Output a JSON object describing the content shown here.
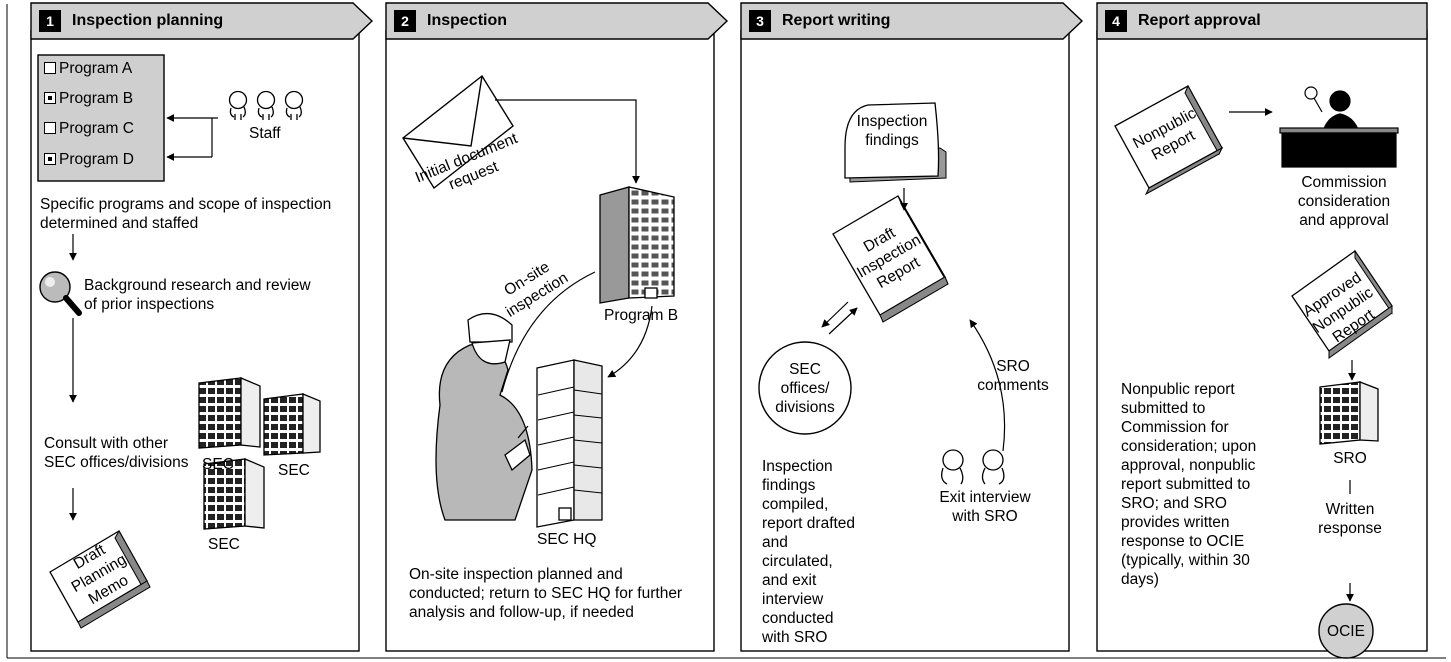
{
  "stages": [
    {
      "number": "1",
      "title": "Inspection planning"
    },
    {
      "number": "2",
      "title": "Inspection"
    },
    {
      "number": "3",
      "title": "Report writing"
    },
    {
      "number": "4",
      "title": "Report approval"
    }
  ],
  "panel1": {
    "programs": [
      {
        "label": "Program A",
        "checked": false
      },
      {
        "label": "Program B",
        "checked": true
      },
      {
        "label": "Program C",
        "checked": false
      },
      {
        "label": "Program D",
        "checked": true
      }
    ],
    "staff_label": "Staff",
    "scope_text": "Specific programs and scope of inspection determined and staffed",
    "research_text": "Background research and review of prior inspections",
    "consult_text": "Consult with other SEC offices/divisions",
    "sec_labels": [
      "SEC",
      "SEC",
      "SEC"
    ],
    "memo_label": "Draft Planning Memo"
  },
  "panel2": {
    "request_label": "Initial document request",
    "program_label": "Program B",
    "onsite_label": "On-site inspection",
    "hq_label": "SEC HQ",
    "description": "On-site inspection planned and conducted; return to SEC HQ for further analysis and follow-up, if needed"
  },
  "panel3": {
    "findings_label": "Inspection findings",
    "draft_label": "Draft Inspection Report",
    "offices_label": "SEC offices/ divisions",
    "comments_label": "SRO comments",
    "exit_label": "Exit interview with SRO",
    "description": "Inspection findings compiled, report drafted and circulated, and exit interview conducted with SRO"
  },
  "panel4": {
    "nonpublic_label": "Nonpublic Report",
    "commission_label": "Commission consideration and approval",
    "approved_label": "Approved Nonpublic Report",
    "sro_label": "SRO",
    "response_label": "Written response",
    "ocie_label": "OCIE",
    "description": "Nonpublic report submitted to Commission for consideration; upon approval, nonpublic report submitted to SRO; and SRO provides written response to OCIE (typically, within 30 days)"
  }
}
